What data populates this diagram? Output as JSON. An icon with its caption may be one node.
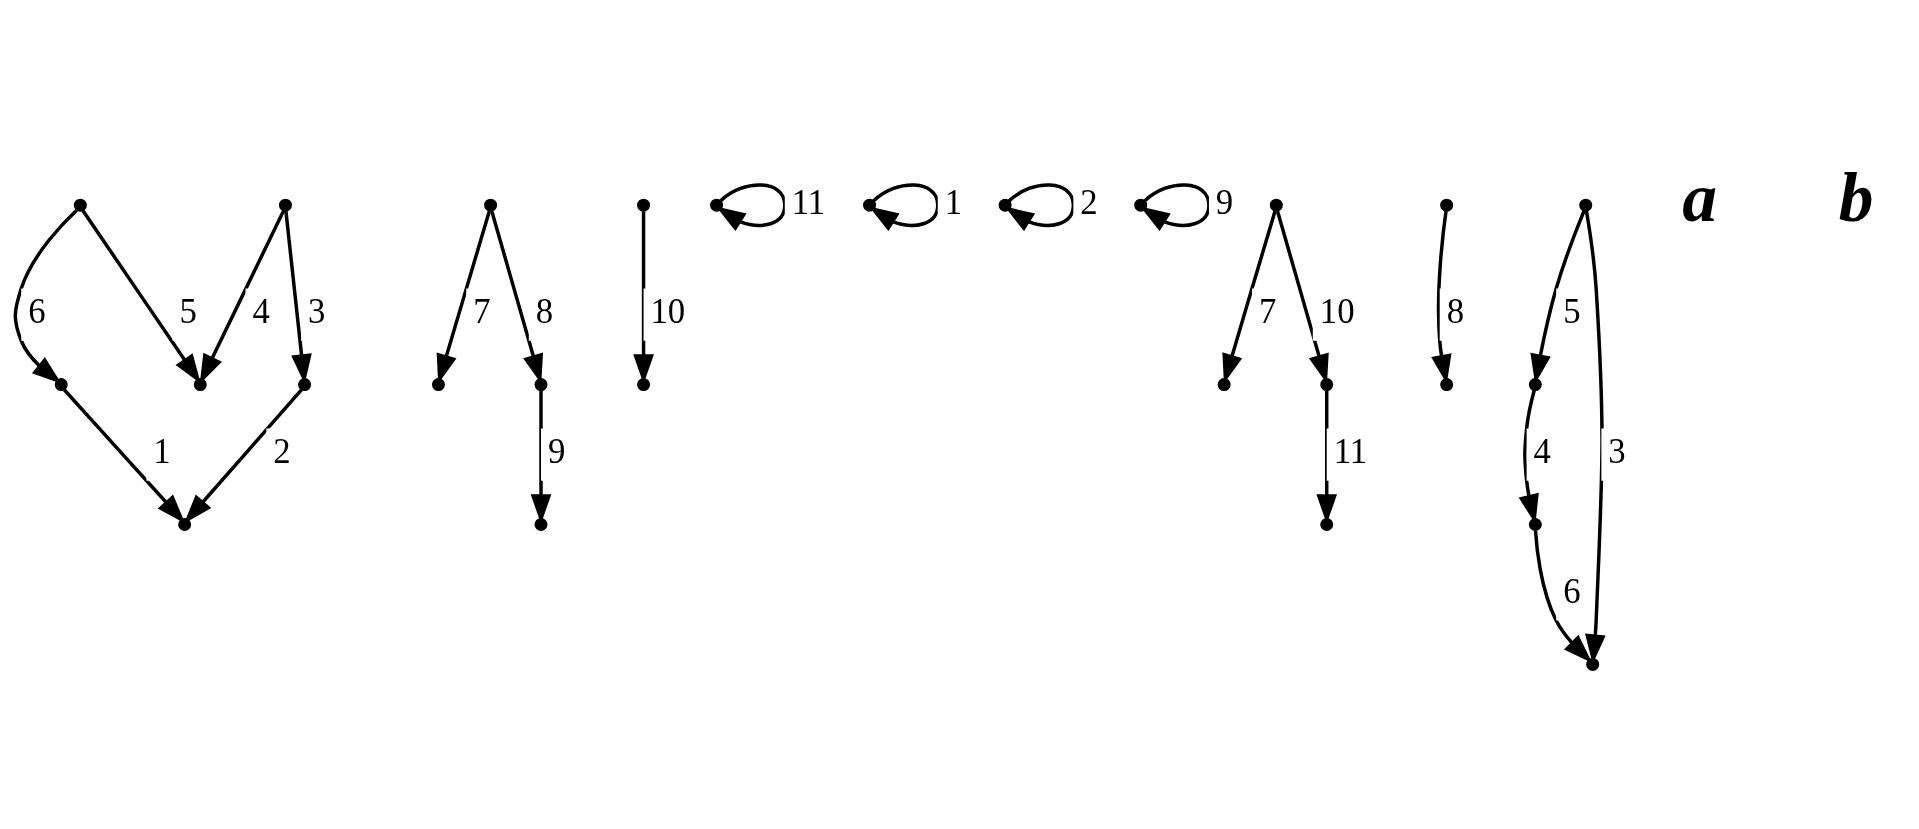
{
  "diagram": {
    "nodes": [
      {
        "text": [],
        "shape": "circle"
      },
      {
        "text": [],
        "shape": "circle"
      },
      {
        "text": [],
        "shape": "circle"
      },
      {
        "text": [],
        "shape": "circle"
      },
      {
        "text": [],
        "shape": "circle"
      },
      {
        "text": [],
        "shape": "circle"
      },
      {
        "text": [],
        "shape": "circle"
      },
      {
        "text": [],
        "shape": "circle"
      },
      {
        "text": [],
        "shape": "circle"
      },
      {
        "text": [],
        "shape": "circle"
      },
      {
        "text": [],
        "shape": "circle"
      },
      {
        "text": [],
        "shape": "circle"
      },
      {
        "text": [],
        "shape": "circle"
      },
      {
        "text": [],
        "shape": "circle"
      },
      {
        "text": [],
        "shape": "circle"
      },
      {
        "text": [],
        "shape": "circle"
      },
      {
        "text": [],
        "shape": "circle"
      },
      {
        "text": [],
        "shape": "circle"
      },
      {
        "text": [],
        "shape": "circle"
      },
      {
        "text": [],
        "shape": "circle"
      },
      {
        "text": [],
        "shape": "circle"
      },
      {
        "text": [],
        "shape": "circle"
      },
      {
        "text": [],
        "shape": "circle"
      },
      {
        "text": [],
        "shape": "circle"
      },
      {
        "text": [],
        "shape": "circle"
      },
      {
        "text": [],
        "shape": "circle"
      }
    ],
    "edges": [
      {
        "from": 0,
        "to": 1,
        "arrow": "to",
        "label": "5"
      },
      {
        "from": 2,
        "to": 1,
        "arrow": "to",
        "label": "4"
      },
      {
        "from": 0,
        "to": 5,
        "arrow": "to",
        "label": "6"
      },
      {
        "from": 5,
        "to": 4,
        "arrow": "to",
        "label": "1"
      },
      {
        "from": 2,
        "to": 3,
        "arrow": "to",
        "label": "3"
      },
      {
        "from": 3,
        "to": 4,
        "arrow": "to",
        "label": "2"
      },
      {
        "from": 7,
        "to": 6,
        "arrow": "to",
        "label": "7"
      },
      {
        "from": 7,
        "to": 8,
        "arrow": "to",
        "label": "8"
      },
      {
        "from": 8,
        "to": 9,
        "arrow": "to",
        "label": "9"
      },
      {
        "from": 10,
        "to": 11,
        "arrow": "to",
        "label": "10"
      },
      {
        "from": 12,
        "to": 12,
        "arrow": "to",
        "label": "11"
      },
      {
        "from": 13,
        "to": 13,
        "arrow": "to",
        "label": "1"
      },
      {
        "from": 14,
        "to": 14,
        "arrow": "to",
        "label": "2"
      },
      {
        "from": 15,
        "to": 15,
        "arrow": "to",
        "label": "9"
      },
      {
        "from": 17,
        "to": 16,
        "arrow": "to",
        "label": "7"
      },
      {
        "from": 17,
        "to": 18,
        "arrow": "to",
        "label": "10"
      },
      {
        "from": 18,
        "to": 19,
        "arrow": "to",
        "label": "11"
      },
      {
        "from": 20,
        "to": 21,
        "arrow": "to",
        "label": "8"
      },
      {
        "from": 22,
        "to": 23,
        "arrow": "to",
        "label": "4"
      },
      {
        "from": 23,
        "to": 24,
        "arrow": "to",
        "label": "6"
      },
      {
        "from": 25,
        "to": 24,
        "arrow": "to",
        "label": "3"
      },
      {
        "from": 25,
        "to": 22,
        "arrow": "to",
        "label": "5"
      }
    ],
    "labels": [
      "a",
      "b"
    ]
  }
}
